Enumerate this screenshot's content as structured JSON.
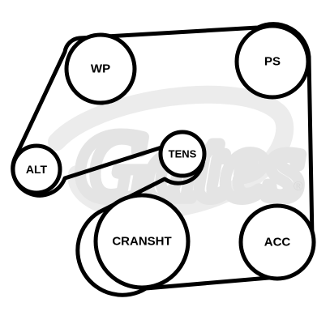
{
  "pulleys": {
    "wp": {
      "label": "WP"
    },
    "ps": {
      "label": "PS"
    },
    "alt": {
      "label": "ALT"
    },
    "tens": {
      "label": "TENS"
    },
    "cranksht": {
      "label": "CRANSHT"
    },
    "acc": {
      "label": "ACC"
    }
  },
  "watermark": {
    "brand": "Gates",
    "registered_mark": "®"
  },
  "colors": {
    "belt": "#000000",
    "watermark": "#e4e4e4"
  }
}
